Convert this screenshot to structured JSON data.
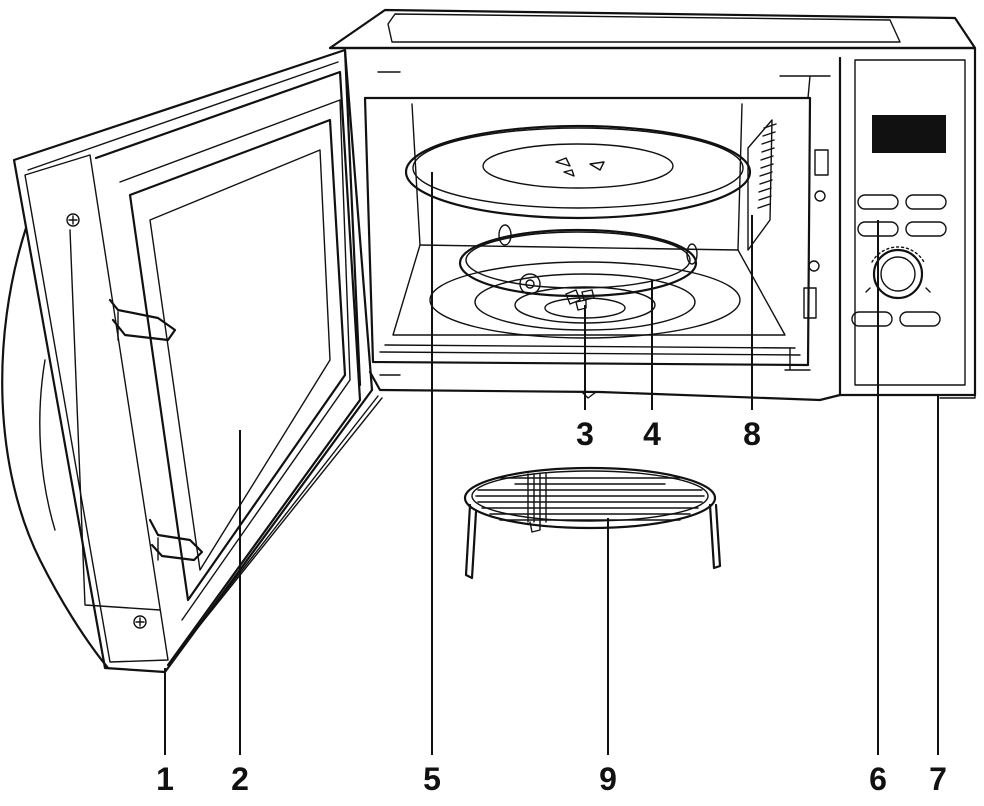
{
  "figure": {
    "callouts": [
      {
        "id": "c1",
        "label": "1"
      },
      {
        "id": "c2",
        "label": "2"
      },
      {
        "id": "c3",
        "label": "3"
      },
      {
        "id": "c4",
        "label": "4"
      },
      {
        "id": "c5",
        "label": "5"
      },
      {
        "id": "c6",
        "label": "6"
      },
      {
        "id": "c7",
        "label": "7"
      },
      {
        "id": "c8",
        "label": "8"
      },
      {
        "id": "c9",
        "label": "9"
      }
    ]
  }
}
